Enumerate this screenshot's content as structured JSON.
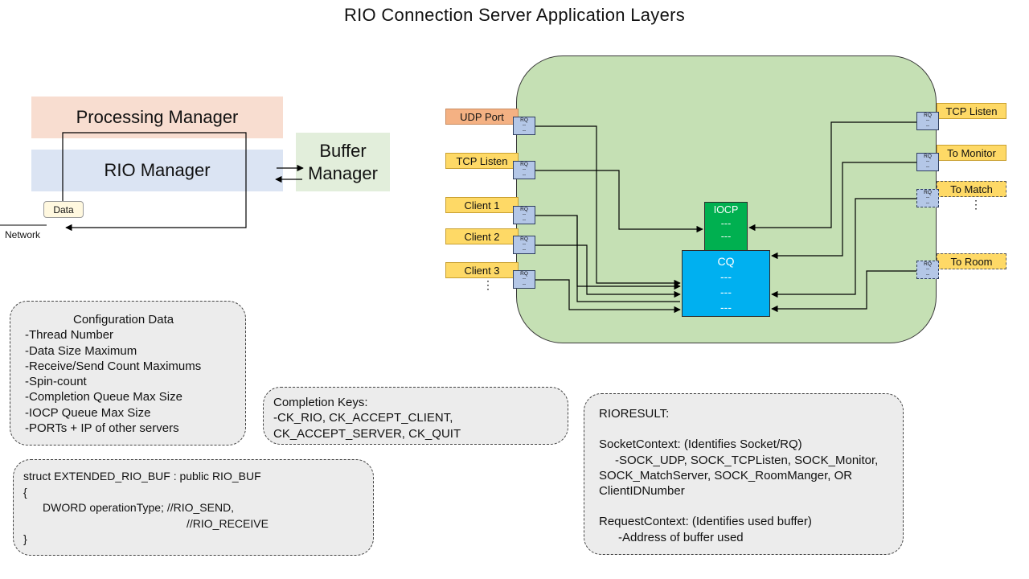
{
  "title": "RIO Connection Server Application Layers",
  "layers": {
    "processing": "Processing Manager",
    "rio": "RIO Manager",
    "buffer_line1": "Buffer",
    "buffer_line2": "Manager",
    "data": "Data",
    "network": "Network"
  },
  "config": {
    "title": "Configuration Data",
    "items": [
      "-Thread Number",
      "-Data Size Maximum",
      "-Receive/Send Count Maximums",
      "-Spin-count",
      "-Completion Queue Max Size",
      "-IOCP Queue Max Size",
      "-PORTs + IP of other servers"
    ]
  },
  "completion_keys": {
    "lines": [
      "Completion Keys:",
      "-CK_RIO, CK_ACCEPT_CLIENT,",
      "CK_ACCEPT_SERVER, CK_QUIT"
    ]
  },
  "struct_box": {
    "lines": [
      "struct EXTENDED_RIO_BUF  : public RIO_BUF",
      "{",
      "DWORD operationType; //RIO_SEND,",
      "//RIO_RECEIVE",
      "}"
    ]
  },
  "rioresult": {
    "title": "RIORESULT:",
    "socket_context": "SocketContext: (Identifies Socket/RQ)",
    "socket_items": [
      "-SOCK_UDP, SOCK_TCPListen, SOCK_Monitor,",
      "SOCK_MatchServer, SOCK_RoomManger, OR",
      "ClientIDNumber"
    ],
    "request_context": "RequestContext: (Identifies used buffer)",
    "request_items": [
      "-Address of buffer used"
    ]
  },
  "diagram": {
    "left_ports": [
      "UDP Port",
      "TCP Listen",
      "Client 1",
      "Client 2",
      "Client 3"
    ],
    "right_ports": [
      "TCP Listen",
      "To Monitor",
      "To Match",
      "To Room"
    ],
    "rq_label": "RQ",
    "rq_dash": "--",
    "iocp_label": "IOCP",
    "cq_label": "CQ",
    "queue_dash": "---",
    "ellipsis": "⋮"
  },
  "colors": {
    "processing": "#f8ddd0",
    "rio": "#dbe4f3",
    "buffer": "#e2eedb",
    "app_area": "#c5e0b4",
    "port_yellow": "#fed966",
    "port_udp": "#f4b183",
    "rq": "#b4c7e7",
    "iocp": "#00b050",
    "cq": "#00b0f0"
  }
}
